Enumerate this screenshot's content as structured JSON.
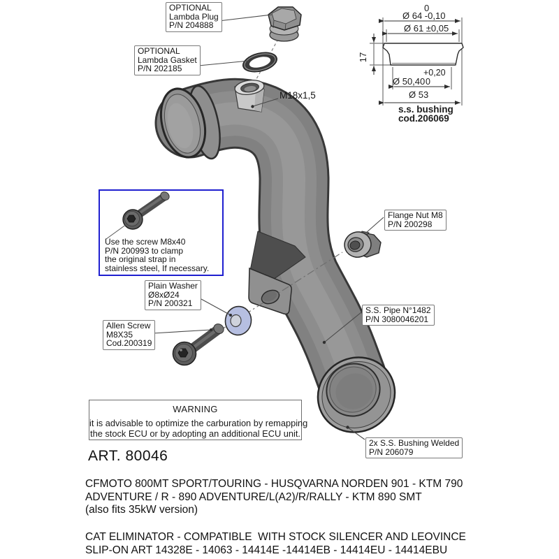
{
  "diagram": {
    "callouts": {
      "lambda_plug": {
        "lines": [
          "OPTIONAL",
          "Lambda Plug",
          "P/N 204888"
        ]
      },
      "lambda_gasket": {
        "lines": [
          "OPTIONAL",
          "Lambda Gasket",
          "P/N 202185"
        ]
      },
      "thread_label": "M18x1,5",
      "flange_nut": {
        "lines": [
          "Flange Nut M8",
          "P/N 200298"
        ]
      },
      "ss_pipe": {
        "lines": [
          "S.S. Pipe N°1482",
          "P/N 3080046201"
        ]
      },
      "bushing_welded": {
        "lines": [
          "2x S.S. Bushing Welded",
          "P/N 206079"
        ]
      },
      "plain_washer": {
        "lines": [
          "Plain Washer",
          "Ø8xØ24",
          "P/N 200321"
        ]
      },
      "allen_screw": {
        "lines": [
          "Allen Screw",
          "M8X35",
          "Cod.200319"
        ]
      },
      "clamp_note": {
        "lines": [
          "Use the screw M8x40",
          "P/N 200993 to clamp",
          "the original strap in",
          "stainless steel, If necessary."
        ]
      }
    },
    "bushing_drawing": {
      "dim_64_tol": "0",
      "dim_64": "Ø 64 -0,10",
      "dim_61": "Ø 61 ±0,05",
      "dim_17": "17",
      "dim_5040_tol_plus": "+0,20",
      "dim_5040_tol_zero": "0",
      "dim_5040": "Ø 50,40",
      "dim_53": "Ø 53",
      "caption_line1": "s.s. bushing",
      "caption_line2": "cod.206069"
    },
    "warning": {
      "title": "WARNING",
      "lines": [
        "it is advisable to optimize the carburation by remapping",
        "the stock ECU or by adopting an additional ECU unit."
      ]
    },
    "art_number": "ART. 80046"
  },
  "footer": {
    "fitment_lines": [
      "CFMOTO 800MT SPORT/TOURING - HUSQVARNA NORDEN 901 - KTM 790",
      "ADVENTURE / R - 890 ADVENTURE/L(A2)/R/RALLY - KTM 890 SMT",
      "(also fits 35kW version)"
    ],
    "compat_lines": [
      "CAT ELIMINATOR - COMPATIBLE  WITH STOCK SILENCER AND LEOVINCE",
      "SLIP-ON ART 14328E - 14063 - 14414E -14414EB - 14414EU - 14414EBU"
    ]
  },
  "colors": {
    "pipe_gray": "#838383",
    "outline": "#2e2e2e",
    "washer_lavender": "#b6bfe1",
    "note_border_blue": "#1f1fd0",
    "label_border_gray": "#7a7a7a"
  }
}
